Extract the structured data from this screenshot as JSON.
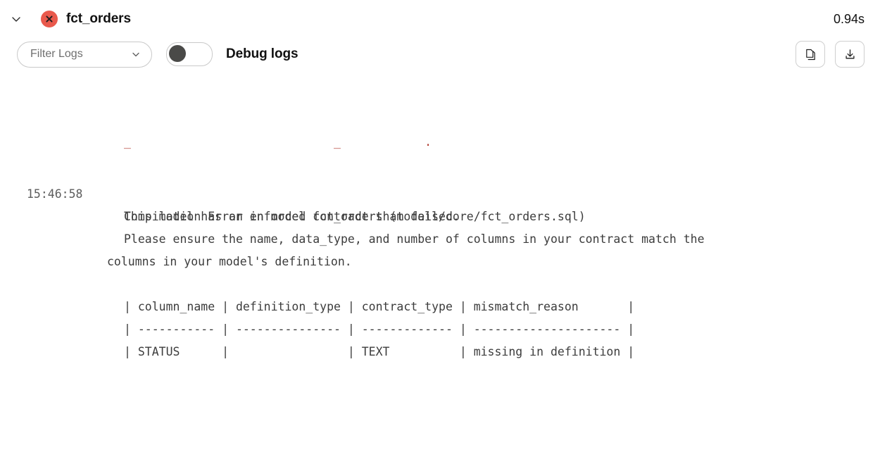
{
  "header": {
    "collapse_icon": "chevron-down-icon",
    "status_icon": "error-circle-x-icon",
    "status_color": "#e9594c",
    "model_name": "fct_orders",
    "elapsed": "0.94s"
  },
  "toolbar": {
    "filter": {
      "label": "Filter Logs",
      "chevron_icon": "chevron-down-icon"
    },
    "debug_toggle": {
      "label": "Debug logs",
      "state": "off",
      "knob_color": "#4a4a48"
    },
    "copy_button": {
      "icon": "copy-icon",
      "title": "Copy"
    },
    "download_button": {
      "icon": "download-icon",
      "title": "Download"
    }
  },
  "log": {
    "clipped_fragment": "_                             _            .",
    "timestamp": "15:46:58",
    "lines": [
      "Compilation Error in model fct_orders (models/core/fct_orders.sql)",
      "This model has an enforced contract that failed.",
      "Please ensure the name, data_type, and number of columns in your contract match the"
    ],
    "wrapped_continuation": "columns in your model's definition.",
    "table": {
      "header_row": "| column_name | definition_type | contract_type | mismatch_reason       |",
      "separator_row": "| ----------- | --------------- | ------------- | --------------------- |",
      "data_rows": [
        "| STATUS      |                 | TEXT          | missing in definition |"
      ],
      "columns": [
        "column_name",
        "definition_type",
        "contract_type",
        "mismatch_reason"
      ],
      "rows": [
        {
          "column_name": "STATUS",
          "definition_type": "",
          "contract_type": "TEXT",
          "mismatch_reason": "missing in definition"
        }
      ]
    }
  }
}
